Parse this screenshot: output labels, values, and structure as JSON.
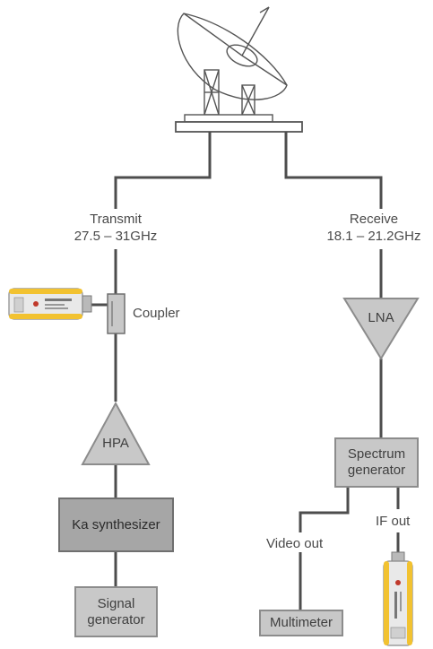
{
  "labels": {
    "transmit_title": "Transmit",
    "transmit_band": "27.5 – 31GHz",
    "receive_title": "Receive",
    "receive_band": "18.1 – 21.2GHz",
    "coupler": "Coupler",
    "video_out": "Video out",
    "if_out": "IF out"
  },
  "blocks": {
    "hpa": "HPA",
    "lna": "LNA",
    "ka_synthesizer": "Ka synthesizer",
    "signal_generator_line1": "Signal",
    "signal_generator_line2": "generator",
    "spectrum_line1": "Spectrum",
    "spectrum_line2": "generator",
    "multimeter": "Multimeter"
  },
  "colors": {
    "line": "#4d4d4d",
    "box_fill": "#c8c8c8",
    "box_dark_fill": "#a6a6a6",
    "sensor_yellow": "#f2c230"
  },
  "icons": {
    "antenna": "satellite-dish-icon",
    "sensor": "power-sensor-icon"
  }
}
